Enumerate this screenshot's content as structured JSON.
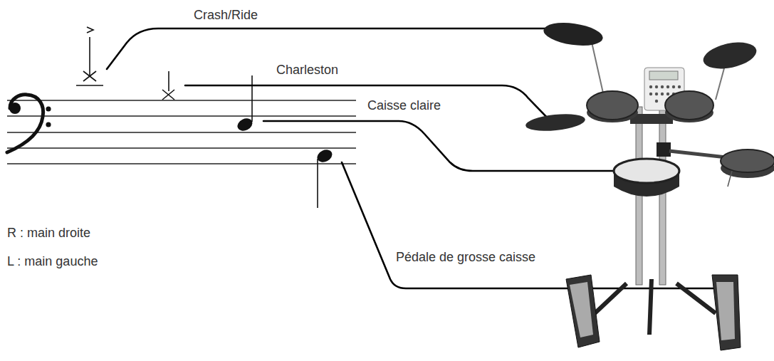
{
  "diagram": {
    "labels": [
      "Crash/Ride",
      "Charleston",
      "Caisse claire",
      "Pédale de grosse caisse",
      "R : main droite",
      "L : main gauche"
    ]
  }
}
